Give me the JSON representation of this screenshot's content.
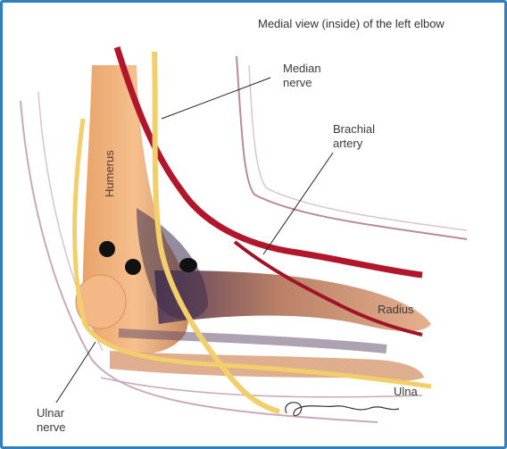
{
  "title": "Medial view (inside) of the left elbow",
  "labels": {
    "median_nerve": [
      "Median",
      "nerve"
    ],
    "brachial_artery": [
      "Brachial",
      "artery"
    ],
    "humerus": "Humerus",
    "radius": "Radius",
    "ulna": "Ulna",
    "ulnar_nerve": [
      "Ulnar",
      "nerve"
    ]
  },
  "signature": "J. Bem Dodds",
  "colors": {
    "border": "#2f7fc1",
    "bone": "#f0b27a",
    "nerve": "#f2cf6a",
    "artery": "#b1162a",
    "shadow": "#3d2d4a",
    "marker": "#111111"
  }
}
